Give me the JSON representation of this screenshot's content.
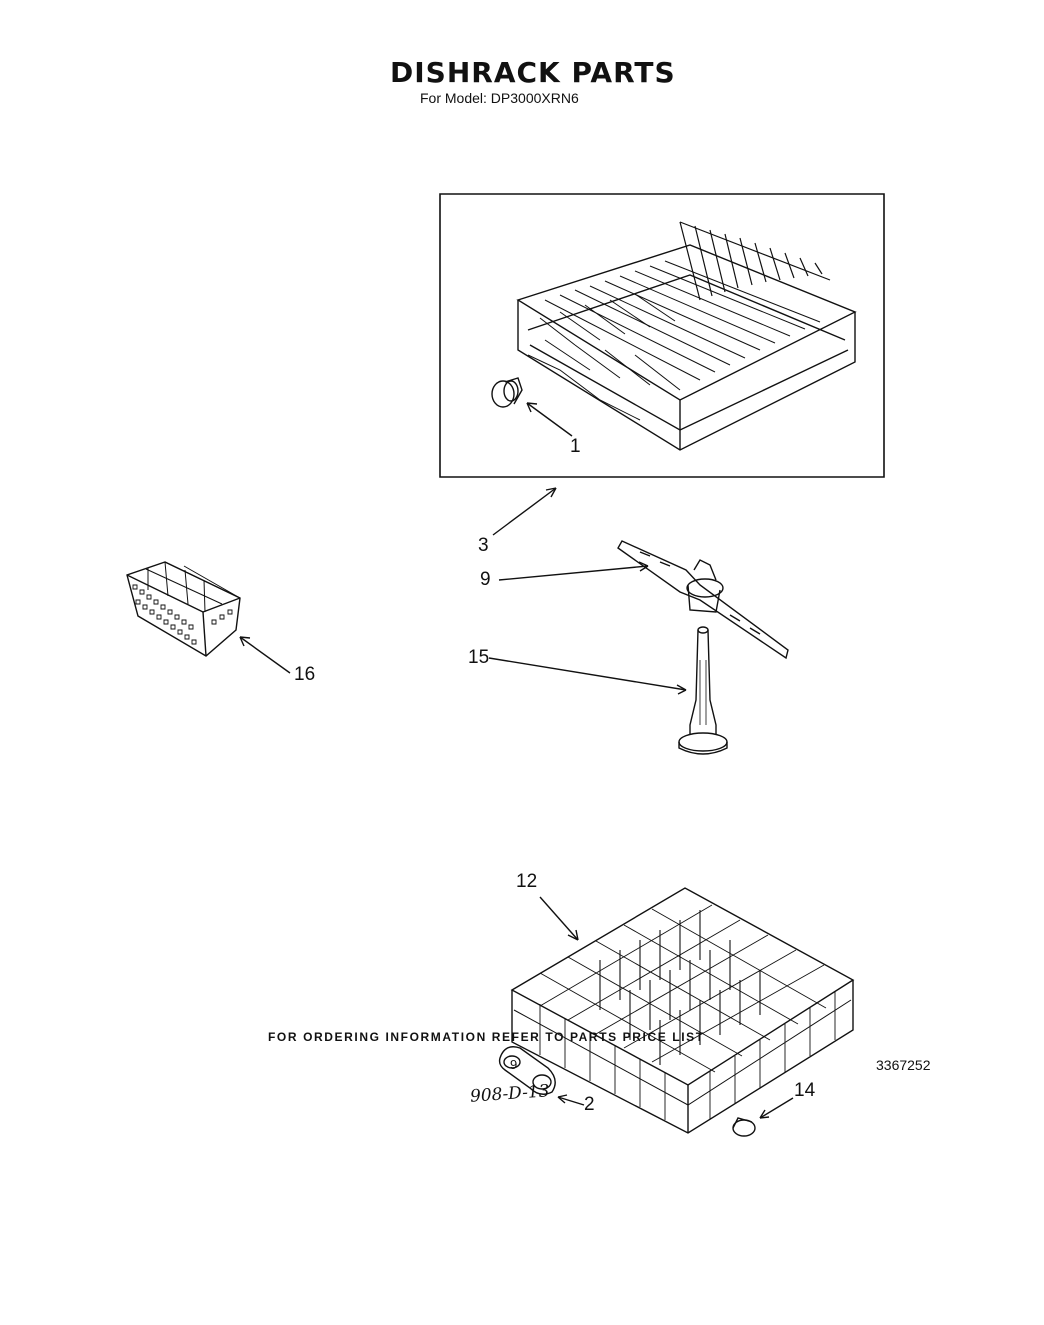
{
  "header": {
    "title": "DISHRACK PARTS",
    "subtitle": "For Model: DP3000XRN6"
  },
  "callouts": {
    "part_1": "1",
    "part_2": "2",
    "part_3": "3",
    "part_9": "9",
    "part_12": "12",
    "part_14": "14",
    "part_15": "15",
    "part_16": "16"
  },
  "footer": {
    "ordering_note": "FOR ORDERING INFORMATION REFER TO PARTS PRICE LIST",
    "page_number": "9",
    "doc_number": "3367252",
    "handwritten_note": "908-D-13"
  }
}
